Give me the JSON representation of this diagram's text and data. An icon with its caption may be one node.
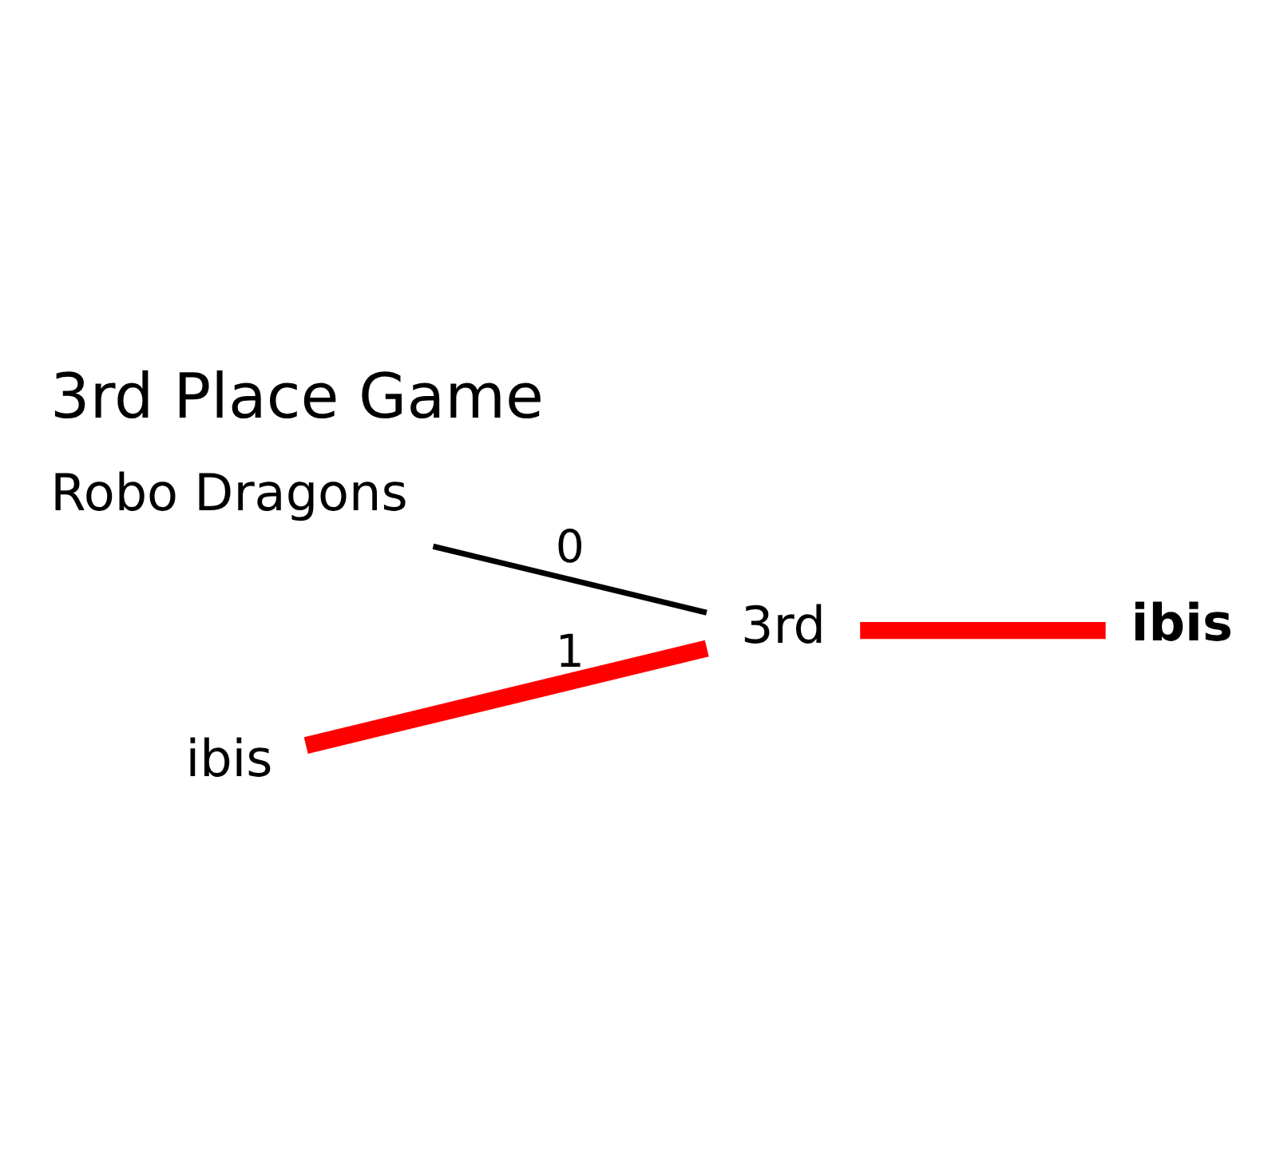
{
  "diagram": {
    "title": "3rd Place Game",
    "nodes": [
      {
        "text": [
          "Robo Dragons"
        ]
      },
      {
        "text": [
          "ibis"
        ]
      },
      {
        "text": [
          "3rd"
        ]
      },
      {
        "text": [
          "ibis"
        ]
      }
    ],
    "edges": [
      {
        "from": 0,
        "to": 2,
        "arrow": "none",
        "label": "0",
        "color": "#000000"
      },
      {
        "from": 1,
        "to": 2,
        "arrow": "none",
        "label": "1"
      },
      {
        "from": 2,
        "to": 3,
        "arrow": "none"
      }
    ]
  }
}
